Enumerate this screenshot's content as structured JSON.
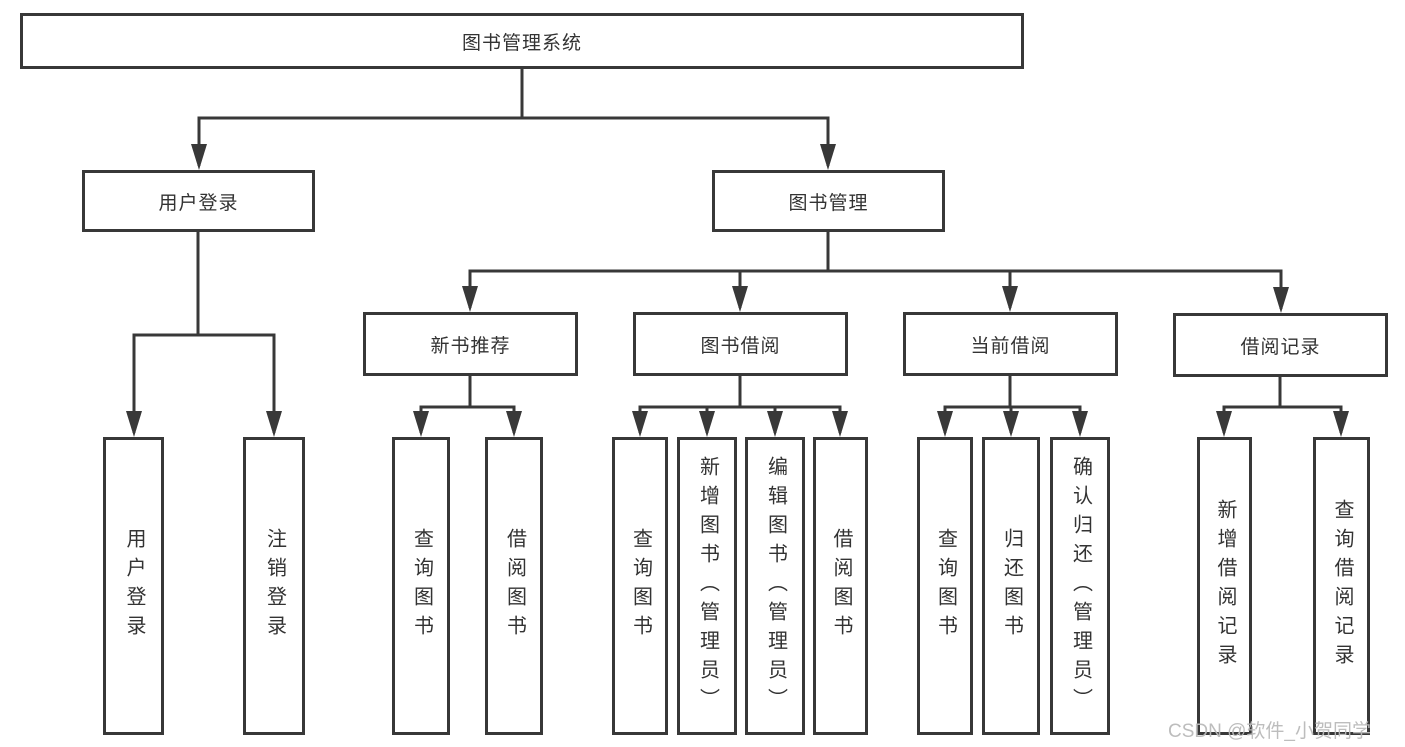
{
  "diagram": {
    "root": {
      "label": "图书管理系统"
    },
    "branches": [
      {
        "label": "用户登录",
        "children": [
          {
            "label": "用户登录"
          },
          {
            "label": "注销登录"
          }
        ]
      },
      {
        "label": "图书管理",
        "children": [
          {
            "label": "新书推荐",
            "children": [
              {
                "label": "查询图书"
              },
              {
                "label": "借阅图书"
              }
            ]
          },
          {
            "label": "图书借阅",
            "children": [
              {
                "label": "查询图书"
              },
              {
                "label": "新增图书（管理员）"
              },
              {
                "label": "编辑图书（管理员）"
              },
              {
                "label": "借阅图书"
              }
            ]
          },
          {
            "label": "当前借阅",
            "children": [
              {
                "label": "查询图书"
              },
              {
                "label": "归还图书"
              },
              {
                "label": "确认归还（管理员）"
              }
            ]
          },
          {
            "label": "借阅记录",
            "children": [
              {
                "label": "新增借阅记录"
              },
              {
                "label": "查询借阅记录"
              }
            ]
          }
        ]
      }
    ]
  },
  "watermark": "CSDN @软件_小贺同学",
  "colors": {
    "line": "#383838",
    "text": "#333333",
    "watermark": "#b9b9b9",
    "background": "#ffffff"
  }
}
